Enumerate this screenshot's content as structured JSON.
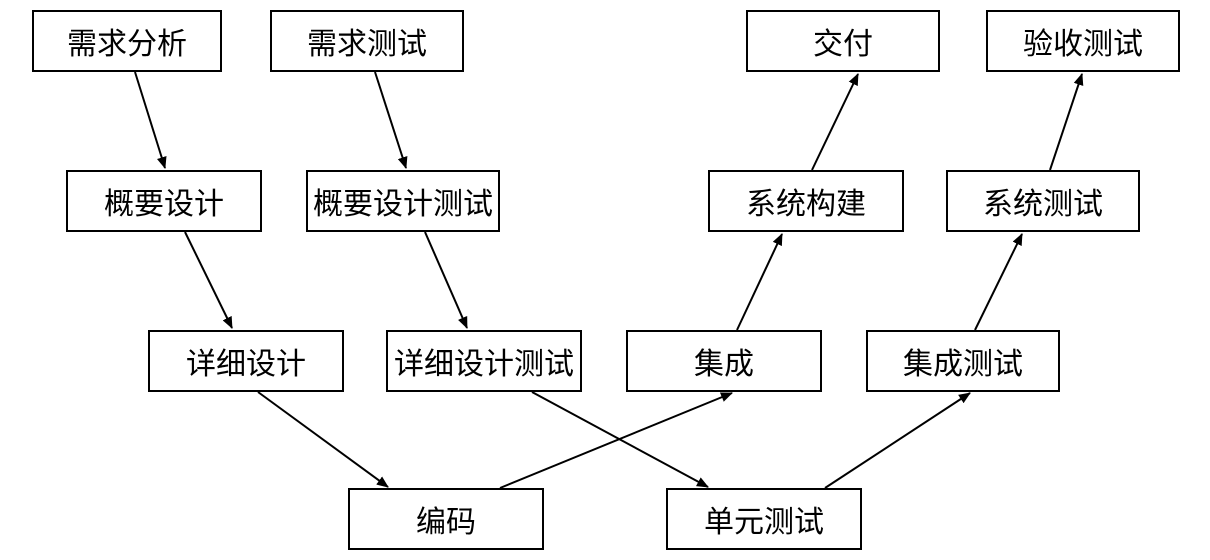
{
  "nodes": {
    "req_analysis": "需求分析",
    "req_test": "需求测试",
    "delivery": "交付",
    "acceptance_test": "验收测试",
    "outline_design": "概要设计",
    "outline_design_test": "概要设计测试",
    "system_build": "系统构建",
    "system_test": "系统测试",
    "detail_design": "详细设计",
    "detail_design_test": "详细设计测试",
    "integration": "集成",
    "integration_test": "集成测试",
    "coding": "编码",
    "unit_test": "单元测试"
  },
  "edges": [
    {
      "from": "req_analysis",
      "to": "outline_design"
    },
    {
      "from": "outline_design",
      "to": "detail_design"
    },
    {
      "from": "detail_design",
      "to": "coding"
    },
    {
      "from": "req_test",
      "to": "outline_design_test"
    },
    {
      "from": "outline_design_test",
      "to": "detail_design_test"
    },
    {
      "from": "detail_design_test",
      "to": "unit_test"
    },
    {
      "from": "coding",
      "to": "integration"
    },
    {
      "from": "integration",
      "to": "system_build"
    },
    {
      "from": "system_build",
      "to": "delivery"
    },
    {
      "from": "unit_test",
      "to": "integration_test"
    },
    {
      "from": "integration_test",
      "to": "system_test"
    },
    {
      "from": "system_test",
      "to": "acceptance_test"
    }
  ]
}
